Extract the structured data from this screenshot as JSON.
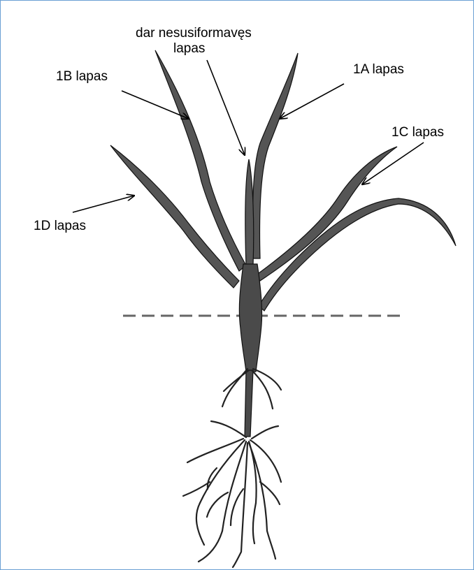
{
  "labels": {
    "undeveloped_leaf_line1": "dar nesusiformavęs",
    "undeveloped_leaf_line2": "lapas",
    "leaf_1a": "1A lapas",
    "leaf_1b": "1B lapas",
    "leaf_1c": "1C lapas",
    "leaf_1d": "1D lapas"
  },
  "colors": {
    "frame_border": "#6a9fd4",
    "plant_fill": "#555555",
    "outline": "#111111"
  }
}
